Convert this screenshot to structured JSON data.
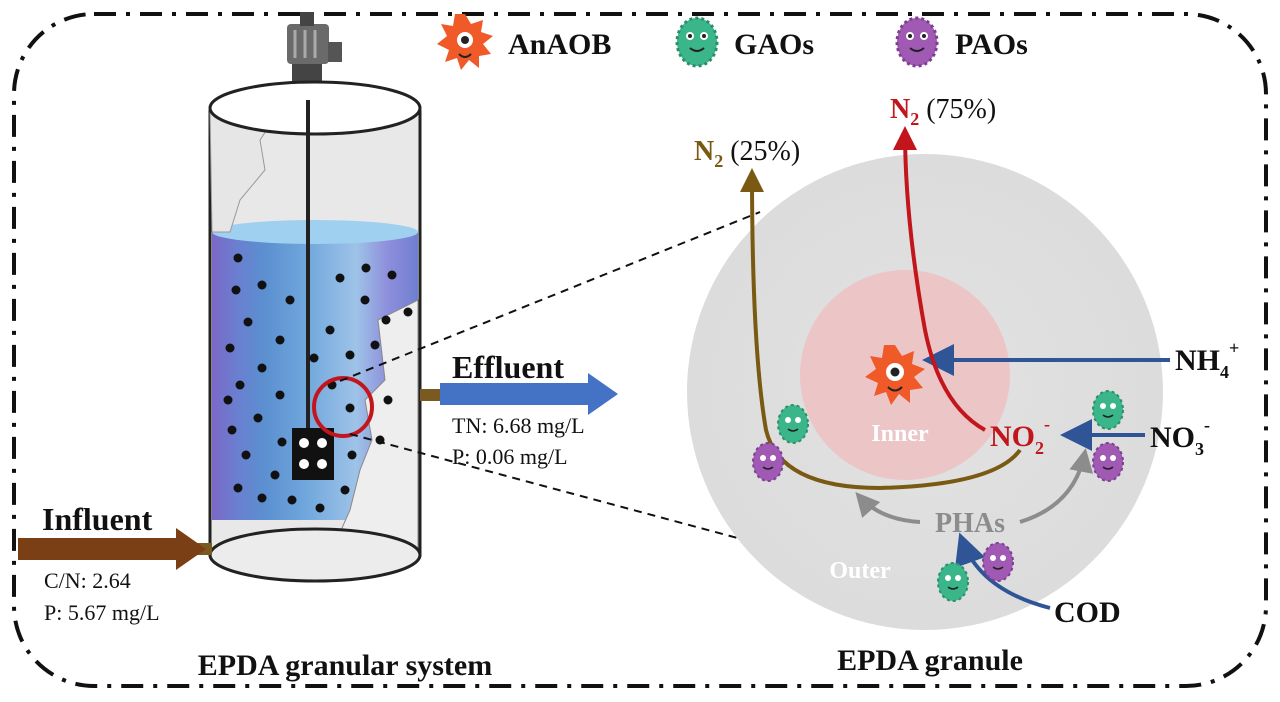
{
  "legend": {
    "anaob": "AnAOB",
    "gaos": "GAOs",
    "paos": "PAOs"
  },
  "reactor": {
    "caption": "EPDA granular system",
    "influent_label": "Influent",
    "influent_cn": "C/N: 2.64",
    "influent_p": "P: 5.67 mg/L",
    "effluent_label": "Effluent",
    "effluent_tn": "TN: 6.68 mg/L",
    "effluent_p": "P: 0.06 mg/L"
  },
  "granule": {
    "caption": "EPDA granule",
    "inner_label": "Inner",
    "outer_label": "Outer",
    "n2_left": {
      "base": "N",
      "sub": "2",
      "value": " (25%)"
    },
    "n2_right": {
      "base": "N",
      "sub": "2",
      "value": " (75%)"
    },
    "nh4": {
      "base": "NH",
      "sub": "4",
      "sup": "+"
    },
    "no3": {
      "base": "NO",
      "sub": "3",
      "sup": "-"
    },
    "no2": {
      "base": "NO",
      "sub": "2",
      "sup": "-"
    },
    "phas": "PHAs",
    "cod": "COD"
  },
  "colors": {
    "n2_left": "#7a5a12",
    "n2_right": "#c2161c",
    "arrow_blue": "#2f5597",
    "phas_gray": "#8c8c8c",
    "influent_brown": "#7b3f16",
    "effluent_blue": "#4472c4",
    "anaob": "#f05a28",
    "gaos": "#3bb58a",
    "paos": "#a05ab4"
  }
}
